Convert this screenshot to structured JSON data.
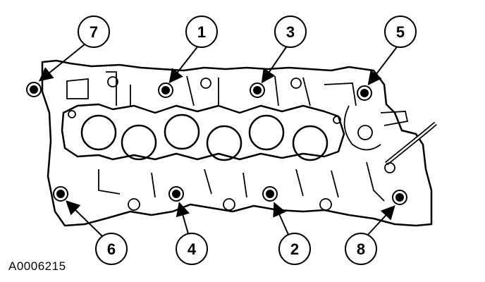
{
  "figure_id": "A0006215",
  "callouts": [
    {
      "label": "7"
    },
    {
      "label": "1"
    },
    {
      "label": "3"
    },
    {
      "label": "5"
    },
    {
      "label": "6"
    },
    {
      "label": "4"
    },
    {
      "label": "2"
    },
    {
      "label": "8"
    }
  ],
  "colors": {
    "line": "#000000",
    "background": "#ffffff"
  }
}
